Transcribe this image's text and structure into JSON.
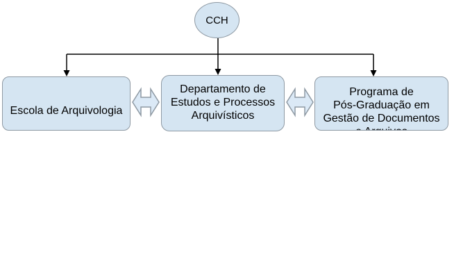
{
  "diagram": {
    "type": "org-chart",
    "root_node": {
      "label": "CCH"
    },
    "nodes": [
      {
        "id": "escola",
        "lines": [
          "Escola de Arquivologia"
        ]
      },
      {
        "id": "departamento",
        "lines": [
          "Departamento de",
          "Estudos e Processos",
          "Arquivísticos"
        ]
      },
      {
        "id": "programa",
        "lines": [
          "Programa de",
          "Pós-Graduação em",
          "Gestão de Documentos",
          "e Arquivos"
        ],
        "note_last_line_clipped": true
      }
    ],
    "connections": [
      {
        "from": "CCH",
        "to": "escola",
        "style": "elbow-arrow"
      },
      {
        "from": "CCH",
        "to": "departamento",
        "style": "elbow-arrow"
      },
      {
        "from": "CCH",
        "to": "programa",
        "style": "elbow-arrow"
      },
      {
        "from": "escola",
        "to": "departamento",
        "style": "double-arrow"
      },
      {
        "from": "departamento",
        "to": "programa",
        "style": "double-arrow"
      }
    ],
    "colors": {
      "node_fill": "#d5e5f2",
      "node_border": "#8e99a3",
      "arrow_shape_fill": "#dbe9f6",
      "connector": "#000000",
      "text": "#000000",
      "background": "#ffffff"
    }
  }
}
